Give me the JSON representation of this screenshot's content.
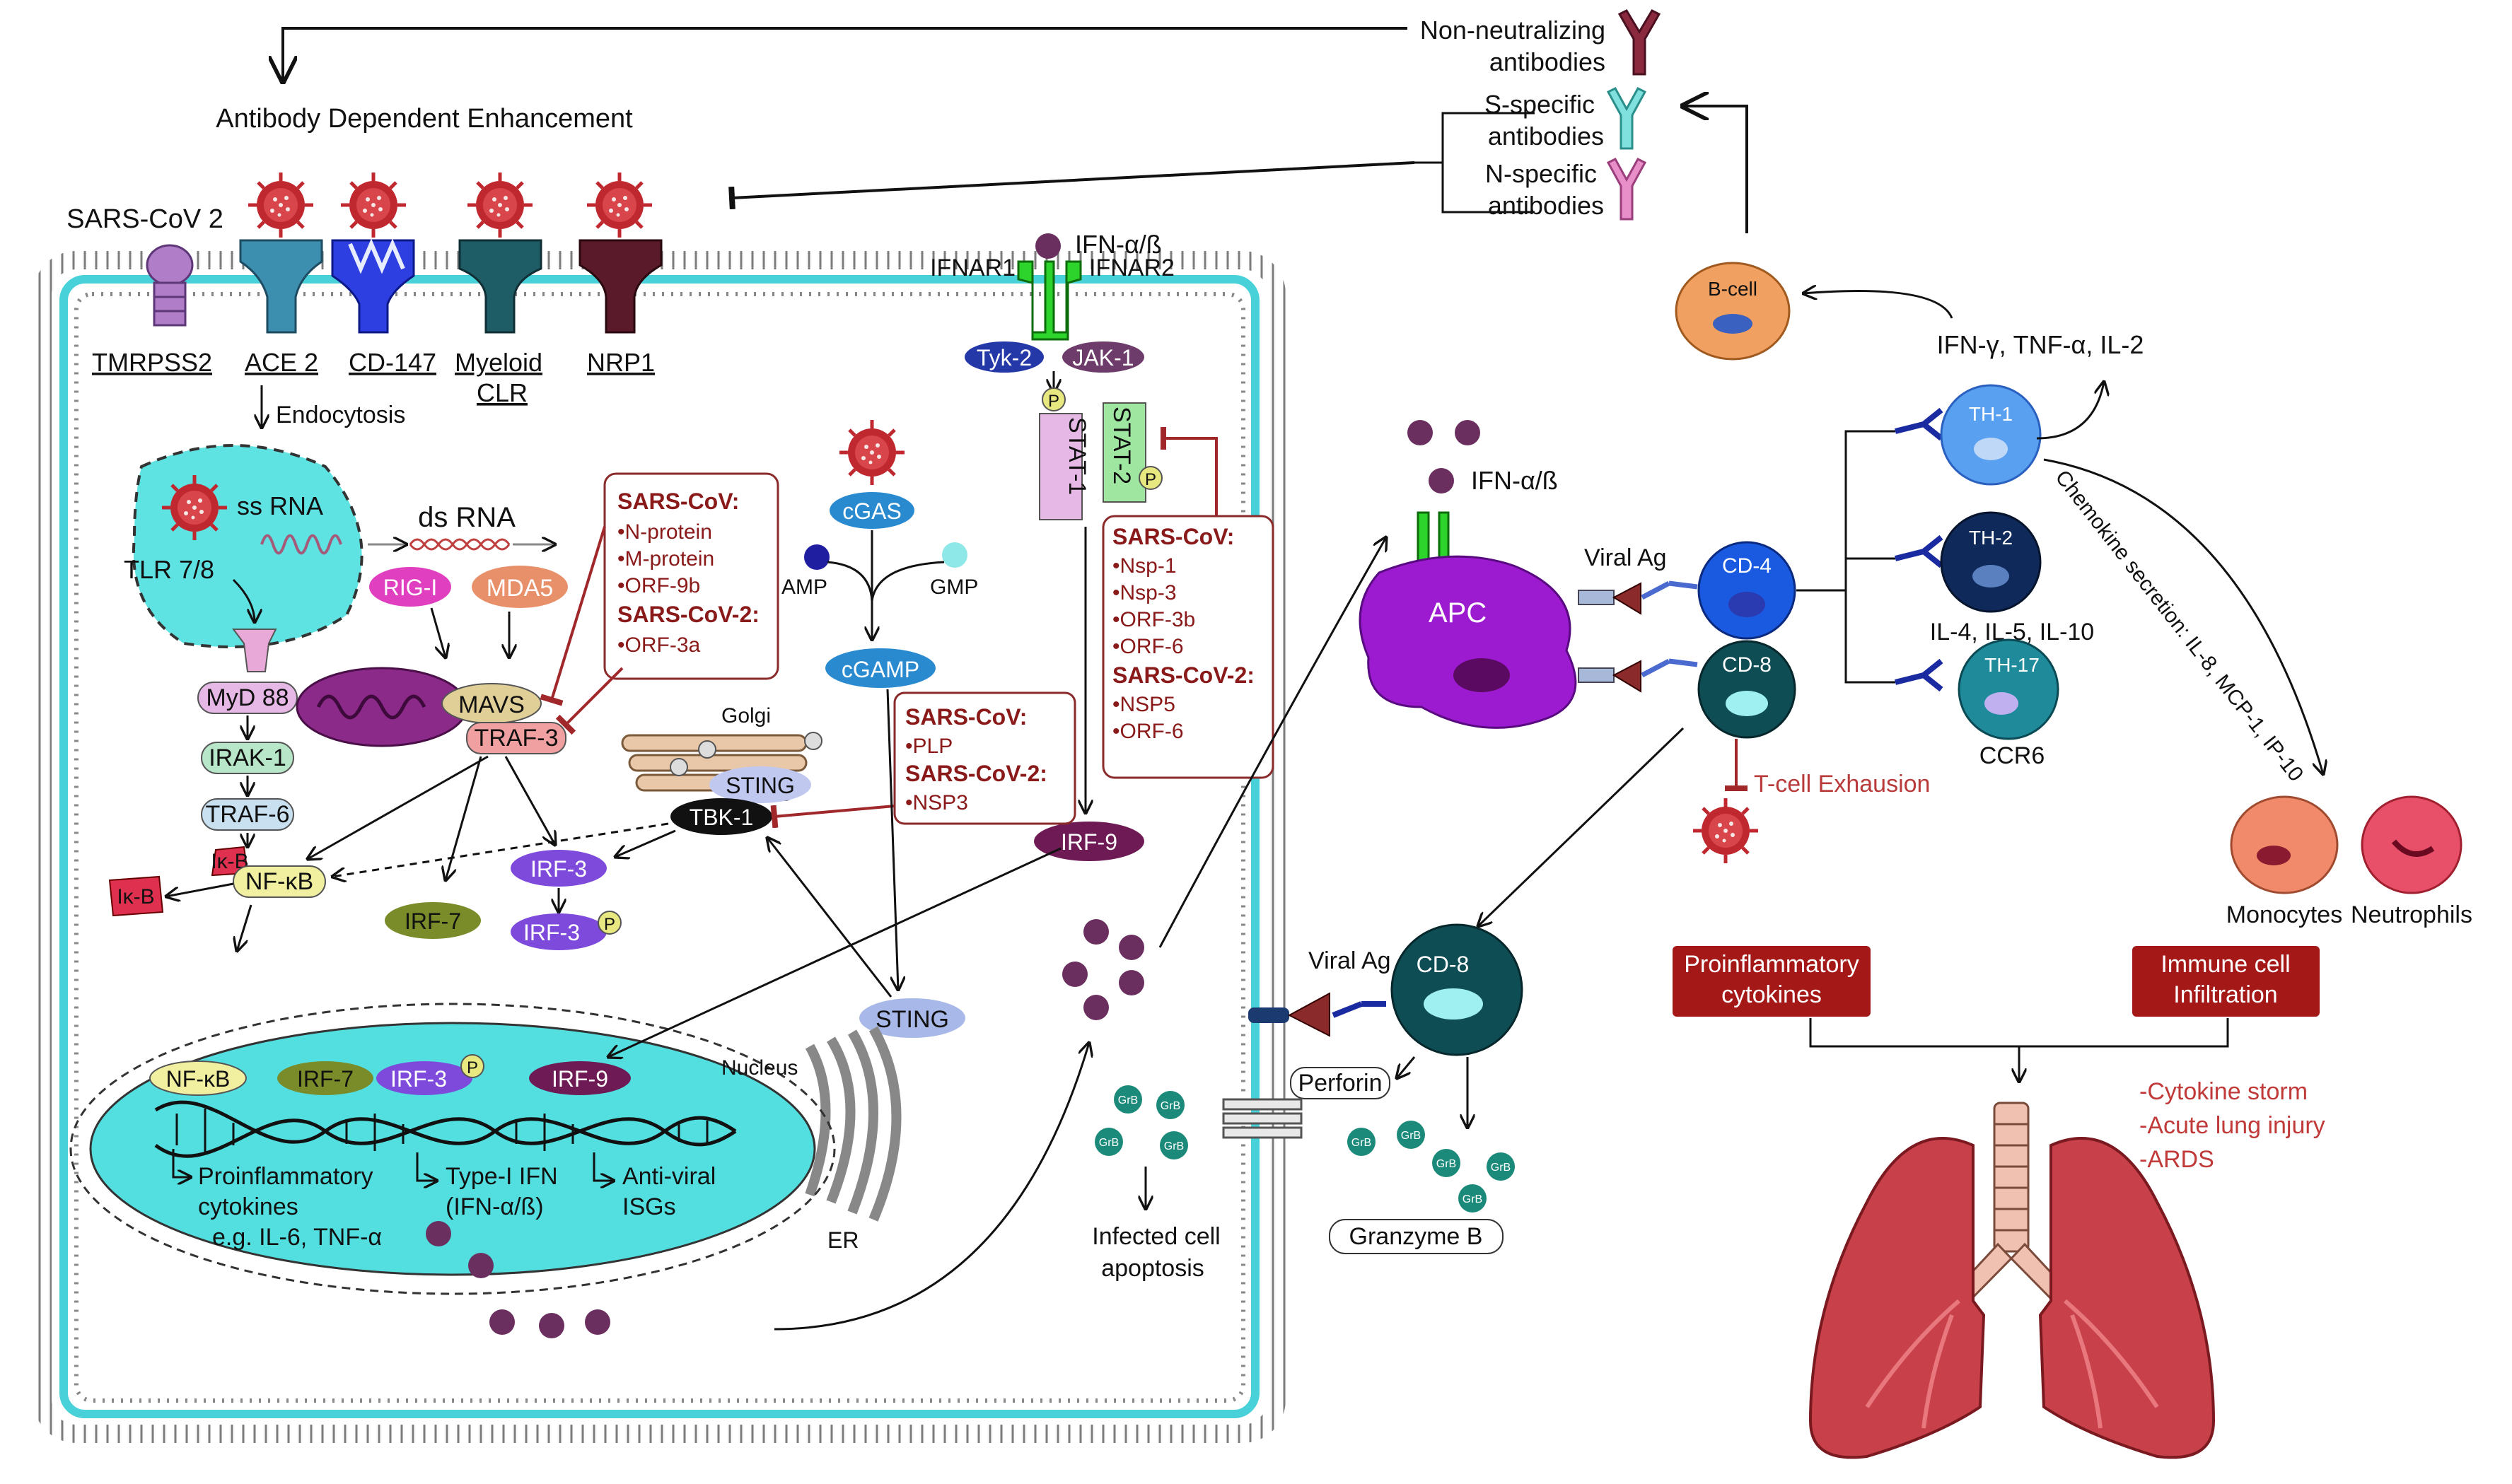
{
  "colors": {
    "membrane_cyan": "#48d1d8",
    "nucleus_cyan": "#53dfe0",
    "virus_red": "#c0282f",
    "inhibit_red": "#a0272a",
    "apc_purple": "#9c1ad0",
    "dot_purple": "#6a2f5f",
    "banner_red": "#a51818",
    "lung_red": "#c8414a"
  },
  "top": {
    "ade": "Antibody Dependent Enhancement",
    "non_neutralizing": [
      "Non-neutralizing",
      "antibodies"
    ],
    "s_specific": [
      "S-specific",
      "antibodies"
    ],
    "n_specific": [
      "N-specific",
      "antibodies"
    ]
  },
  "receptors": {
    "virus_label": "SARS-CoV 2",
    "tmprss2": "TMRPSS2",
    "ace2": "ACE 2",
    "cd147": "CD-147",
    "myeloid": [
      "Myeloid",
      "CLR"
    ],
    "nrp1": "NRP1",
    "endocytosis": "Endocytosis"
  },
  "ifn": {
    "ifn_ab": "IFN-α/ß",
    "ifnar1": "IFNAR1",
    "ifnar2": "IFNAR2",
    "tyk2": "Tyk-2",
    "jak1": "JAK-1",
    "p": "P",
    "stat1": "STAT-1",
    "stat2": "STAT-2"
  },
  "cell": {
    "ss_rna": "ss RNA",
    "ds_rna": "ds RNA",
    "tlr": "TLR 7/8",
    "myd88": "MyD 88",
    "irak1": "IRAK-1",
    "traf6": "TRAF-6",
    "ikb": "Iκ-B",
    "ikb2": "Iκ-B",
    "nfkb": "NF-κB",
    "rig": "RIG-I",
    "mda5": "MDA5",
    "mavs": "MAVS",
    "traf3": "TRAF-3",
    "irf7": "IRF-7",
    "irf3": "IRF-3",
    "irf3p": "IRF-3",
    "golgi": "Golgi",
    "sting": "STING",
    "tbk1": "TBK-1",
    "sting2": "STING",
    "cgas": "cGAS",
    "amp": "AMP",
    "gmp": "GMP",
    "cgamp": "cGAMP",
    "irf9": "IRF-9",
    "er": "ER"
  },
  "box1": {
    "h1": "SARS-CoV:",
    "items1": [
      "•N-protein",
      "•M-protein",
      "•ORF-9b"
    ],
    "h2": "SARS-CoV-2:",
    "items2": [
      "•ORF-3a"
    ]
  },
  "box2": {
    "h1": "SARS-CoV:",
    "items1": [
      "•PLP"
    ],
    "h2": "SARS-CoV-2:",
    "items2": [
      "•NSP3"
    ]
  },
  "box3": {
    "h1": "SARS-CoV:",
    "items1": [
      "•Nsp-1",
      "•Nsp-3",
      "•ORF-3b",
      "•ORF-6"
    ],
    "h2": "SARS-CoV-2:",
    "items2": [
      "•NSP5",
      "•ORF-6"
    ]
  },
  "nucleus": {
    "label": "Nucleus",
    "nfkb": "NF-κB",
    "irf7": "IRF-7",
    "irf3": "IRF-3",
    "irf9": "IRF-9",
    "out1": [
      "Proinflammatory",
      "cytokines",
      "e.g. IL-6, TNF-α"
    ],
    "out2": [
      "Type-I IFN",
      "(IFN-α/ß)"
    ],
    "out3": [
      "Anti-viral",
      "ISGs"
    ]
  },
  "immune": {
    "ifn_ab": "IFN-α/ß",
    "apc": "APC",
    "viral_ag": "Viral Ag",
    "viral_ag2": "Viral Ag",
    "cd4": "CD-4",
    "cd8": "CD-8",
    "cd8b": "CD-8",
    "tcell_exh": "T-cell Exhausion",
    "bcell": "B-cell",
    "th_cytokines": "IFN-γ, TNF-α, IL-2",
    "th1": "TH-1",
    "th2": "TH-2",
    "th17": "TH-17",
    "th2_cytokines": "IL-4, IL-5, IL-10",
    "ccr6": "CCR6",
    "chemokine": "Chemokine secretion: IL-8, MCP-1, IP-10",
    "monocytes": "Monocytes",
    "neutrophils": "Neutrophils",
    "perforin": "Perforin",
    "grb": "GrB",
    "granzyme": "Granzyme B",
    "apoptosis": [
      "Infected cell",
      "apoptosis"
    ]
  },
  "outcome": {
    "proinf": [
      "Proinflammatory",
      "cytokines"
    ],
    "infiltration": [
      "Immune cell",
      "Infiltration"
    ],
    "effects": [
      "-Cytokine storm",
      "-Acute lung injury",
      "-ARDS"
    ]
  }
}
